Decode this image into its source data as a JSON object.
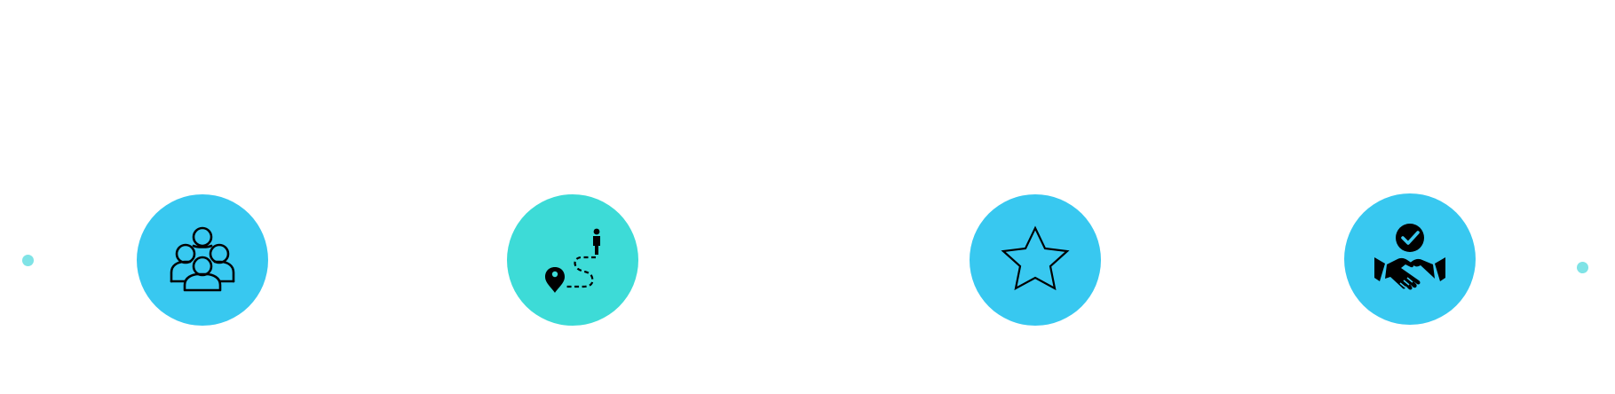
{
  "colors": {
    "background": "#ffffff",
    "circle_blue": "#38c8f0",
    "circle_teal": "#3ddbd7",
    "dot": "#7fe3e6",
    "icon": "#000000"
  },
  "decorations": [
    {
      "name": "left-dot"
    },
    {
      "name": "right-dot"
    }
  ],
  "features": [
    {
      "icon": "team-group-icon",
      "color": "circle_blue"
    },
    {
      "icon": "route-journey-icon",
      "color": "circle_teal"
    },
    {
      "icon": "star-icon",
      "color": "circle_blue"
    },
    {
      "icon": "verified-handshake-icon",
      "color": "circle_blue"
    }
  ]
}
